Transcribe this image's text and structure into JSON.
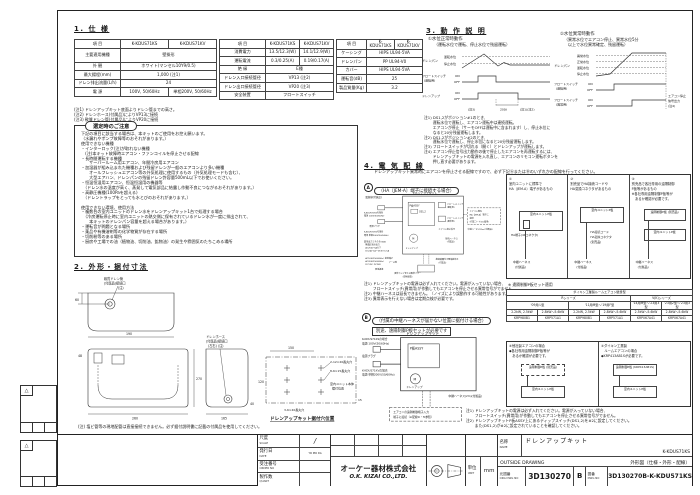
{
  "spec": {
    "heading": "1. 仕 様",
    "t1": [
      [
        "項 目",
        "K-KDUS71KS",
        "K-KDUS71KV"
      ],
      [
        {
          "t": "主要適用機種",
          "h": 14
        },
        {
          "t": "壁掛形",
          "s": 2
        }
      ],
      [
        "外 観",
        {
          "t": "ホワイト(マンセル10Y9/0.5)",
          "s": 2
        }
      ],
      [
        "最大揚程(mm)",
        {
          "t": "1,000 (注1)",
          "s": 2
        }
      ],
      [
        "ドレン排出流量(L/h)",
        {
          "t": "24",
          "s": 2
        }
      ],
      [
        "電 源",
        "100V, 50/60Hz",
        "単相200V, 50/60Hz"
      ]
    ],
    "t2": [
      [
        "項 目",
        "K-KDUS71KS",
        "K-KDUS71KV"
      ],
      [
        "消費電力",
        "13.5/12.3(W)",
        "14.1/12.9(W)"
      ],
      [
        "運転電流",
        "0.3/0.25(A)",
        "0.19/0.17(A)"
      ],
      [
        "絶 縁",
        {
          "t": "E種",
          "s": 2
        }
      ],
      [
        "ドレン入口接続管径",
        {
          "t": "VP13 (注2)",
          "s": 2
        }
      ],
      [
        "ドレン出口接続管径",
        {
          "t": "VP20 (注3)",
          "s": 2
        }
      ],
      [
        "安全装置",
        {
          "t": "フロートスイッチ",
          "s": 2
        }
      ]
    ],
    "t3": [
      [
        "項 目",
        "K-KDUS71KS",
        "K-KDUS71KV"
      ],
      [
        "ケーシング",
        {
          "t": "HIPS UL94-5VA",
          "s": 2
        }
      ],
      [
        "ドレンパン",
        {
          "t": "PP UL94-V0",
          "s": 2
        }
      ],
      [
        "カバー",
        {
          "t": "HIPS UL94-5VA",
          "s": 2
        }
      ],
      [
        "運転音(dB)",
        {
          "t": "25",
          "s": 2
        }
      ],
      [
        "製品質量(Kg)",
        {
          "t": "3.2",
          "s": 2
        }
      ]
    ],
    "notes": [
      "(注1) ドレンアップキット底面よりドレン管までの高さ。",
      "(注2) ドレンホース(付属品)によりVP13に接続",
      "(注3) 軟質ドレン管(付属品)によりVP20に接続"
    ]
  },
  "caution": {
    "title": "選定時のご注意",
    "lines": [
      "下記の項目に該当する場合は、本キットのご使用をお控え願います。",
      "（水漏れやポンプ故障等のおそれがあります。）",
      "使用できない機種",
      "・インターロック(注)が取れない機種",
      "　(注)本キット故障時エアコン・ファンコイルを停止させる配線",
      "・長時間運転する機種",
      "　　サーバールーム用エアコン、年間冷房用エアコン",
      "・加湿器が組み込まれた機種および残留ドレンが一般のエアコンより多い機種",
      "　　オールフレッシュエアコン等の外気処理に使用するもの（外気処理モードも含む）、",
      "　　大型エアハン、ドレンパンの残留ドレン許容量500mL以下でお使いください。",
      "・恒温恒湿用エアコン、恒温恒湿用の機器等",
      "　（ドレン水の温度が高く、蒸発して電気部品に結露し作動不良につながるおそれがあります。）",
      "・高静圧機種(100Paを超える)",
      "　（ドレントラップをとっても水とびのおそれがあります。）",
      "",
      "使用できない環境、使用方法",
      "・複数台の室内ユニットのドレン水をドレンアップキット1台で処理する場合",
      "　（冷房運転停止時に室内ユニットの熱交側に保有されているドレン水が一度に排出されて、",
      "　　本キットのドレンパン容量を超える場合があります。）",
      "・運転音が問題となる場所",
      "・薬品や有機溶剤等の化学物質が存在する場所",
      "・切削粉等のある場所",
      "・厨房や工場での油（植物油、切削油、鉱物油）の発生や雰囲気のたちこめる場所"
    ]
  },
  "dims": {
    "heading": "2. 外形・据付寸法",
    "soft1": "軟質ドレン管",
    "soft2": "(付属品)接続口",
    "soft3": "(注)",
    "hose1": "ドレンホース",
    "hose2": "(付属品)接続口",
    "hose3": "(左右) (注)",
    "d60": "60",
    "d190": "190",
    "d48": "48",
    "d270": "270",
    "d260": "260",
    "d165": "165",
    "d40": "40",
    "d150": "150",
    "d120": "120",
    "d15": "15",
    "hole1": "2-12×20長丸穴",
    "hole2": "8-6×15長丸穴",
    "hole3": "3-6×40長丸穴",
    "unitpos1": "室内ユニット本体",
    "unitpos2": "据付位置",
    "holes_title": "ドレンアップキット据付穴位置",
    "note": "(注) 塩ビ管等の現地配管は直接接続できません。必ず据付説明書に記載の付属品を使用してください。"
  },
  "operation": {
    "heading": "3. 動 作 説 明",
    "c1_title": "①水位正常時動作",
    "c1_sub": "（運転水位で運転、停止水位で残留運転）",
    "c1": {
      "pan": "ドレンパン",
      "lv1": "運転水位",
      "lv2": "停止水位",
      "fs": "フロートスイッチ",
      "fs_k": "(運転用)",
      "on": "ON",
      "off": "OFF",
      "pump": "ドレンアップ",
      "min20": "20分",
      "n3": "(注3)",
      "n12": "(注1)(注2)"
    },
    "c2_title": "②水位異常時動作",
    "c2_sub1": "（異常水位でエアコン停止、異常水位5分",
    "c2_sub2": "　以上で水位異常確定、残留運転）",
    "c2": {
      "pan": "ドレンパン",
      "lv1": "異常水位",
      "lv2": "正常水位",
      "lv3": "運転水位",
      "lv4": "停止水位",
      "fs1": "フロートスイッチ",
      "fs1_k": "(運転用)",
      "fs2": "フロートスイッチ",
      "fs2_k": "(異常用)",
      "on": "ON",
      "off": "OFF",
      "stop1": "エアコン停止",
      "stop2": "信号出力",
      "stop3": "(注4)"
    },
    "notes": [
      "注1) DS1,2がポジション#1のとき、",
      "　　 運転水位で運転し、エアコン運転中は連続運転。",
      "　　 エアコンが停止（サーモOFFは運転中に含まれます）し、停止水位に",
      "　　 なると20分残留運転します。",
      "注2) DS1,2がポジション#2のとき、",
      "　　 運転水位で運転し、停止水位になると20分残留運転します。",
      "注3) フロートスイッチが切れる（開く）とドレンアップが運転します。",
      "注4) エアコン停止信号出力動作の後で停止したエアコンを再運転するには、",
      "　　 ドレンアップキットの電源を入れ直し、エアコンのリモコン運転ボタンを",
      "　　 押し直す必要があります。"
    ]
  },
  "wiring": {
    "heading": "4. 電 気 配 線",
    "intro": "ドレンアップキット異常時にエアコンを停止させる配線ですので、必ず下記ⒶまたはⒷのいずれかの配線を行ってください。",
    "caseA_mark": "A",
    "caseA_label": "（HA〔JEM-A〕端子に接続する場合）",
    "diagA": {
      "kit": "ドレンアップキット",
      "pba": "P板ASSY",
      "ds": "DS1,2",
      "fs1a": "フロートスイッチ",
      "fs1b": "(運転用)",
      "fs2a": "フロートスイッチ",
      "fs2b": "(異常用)",
      "sig": "エアコン停止信号",
      "harn1": "接続ハーネス",
      "harn1b": "(付属品)",
      "pump": "ドレンアップ",
      "pw": "電源線(付属品)",
      "ks": "K-KDUS71KSの場合",
      "ks2": "電源 100V(50/60Hz)",
      "plug": "電源プラグ",
      "kv": "K-KDUS71KVの場合",
      "kv2": "電源 単相200V(50/60Hz)",
      "x1": "異常出力コネクタ(X66)",
      "x2": "無電圧接点出力",
      "x3": "AC250V 5A以下",
      "x4": "DC24V 1A〜DC5V 1mA",
      "ha1": "エアコン側の",
      "ha2": "HA〔JEM-A〕端子に",
      "ha3": "接続",
      "ha4": "(付属コード2m使用)",
      "earth": "接地端子",
      "gnd": "アース線",
      "site": "現地調達",
      "v1": "AC100V(50/60Hz)",
      "v2": "AC200V(50/60Hz)",
      "v3": "DC12V, DC24V",
      "lamp1": "異常ランプまたは異常ブザー",
      "lamp2": "(現地調達)",
      "term1": "絶縁被覆付き閉端接続子",
      "term2": "(付属品)",
      "mid": "中継ハーネス(2m)(付属品)"
    },
    "opts": {
      "o1": [
        "①",
        "室内ユニットに標準で",
        "HA〔JEM-A〕端子があるもの"
      ],
      "o2": [
        "②",
        "別売品でHA接続コードや",
        "HA変換コネクタがあるもの"
      ],
      "o3": [
        "③",
        "別売品で各社専用の遠隔制御",
        "P板等があるもの",
        "※各社専用遠隔制御P板等が",
        "　あるか確認が必要です。"
      ],
      "pcb": "室内ユニットP板",
      "ha_t": "HA端子(4Pコネクタ)",
      "mid1": "中継ハーネス",
      "mid2": "(付属品)",
      "cord1": "HA接続コード",
      "cord2": "HA変換コネクタ",
      "cord3": "(別売品)",
      "rem1": "遠隔制御P板",
      "rem2": "(別売品)"
    },
    "notesA": [
      "注1) ドレンアップキットの電源は必ず入れてください。電源が入っていない場合、",
      "　　 フロートスイッチ(異常用)が作動してもエアコンを停止させる異常信号がでません。",
      "注2) 中継ハーネスは延長できません。（ノイズにより誤動作する可能性があります。）",
      "注3) 異常表示を行えない場合は定期点検が必要です。"
    ],
    "caseB_mark": "B",
    "caseB_label": "（付属の中継ハーネスが届かない位置に据付ける場合）",
    "caseB_req": "別途、遠隔制御P板セットが必要です",
    "board_caption": "※ 遠隔制御P板セット適用",
    "board_table": [
      [
        {
          "t": "ダイキン工業製ルームエアコン壁掛型",
          "s": 6
        }
      ],
      [
        {
          "t": "Rシリーズ",
          "s": 4
        },
        {
          "t": "V(K)シリーズ",
          "s": 2
        }
      ],
      [
        {
          "t": "'09用 L型",
          "s": 2
        },
        {
          "t": "'11用M型〜'19用F型",
          "s": 2
        },
        {
          "t": "'14用M型〜'23用3型"
        },
        {
          "t": "'23用2型〜'23用3型"
        }
      ],
      [
        "2.2kW, 2.5kW",
        "2.8kW〜5.6kW",
        "2.2kW, 2.5kW",
        "2.8kW〜5.6kW",
        "2.5kW〜5.6kW",
        "2.8kW〜5.6kW"
      ],
      [
        "KRP980B1",
        "KRP571A1",
        "KRP980B1",
        "KRP571A1",
        "KRP067A41",
        "KRP067A41"
      ]
    ],
    "diagB": {
      "kit": "ドレンアップキット",
      "pba": "P板ASSY",
      "pump": "ドレンアップ",
      "ks": "K-KDUS71KSの場合",
      "ks2": "電源 100V(50/60Hz)",
      "kv": "K-KDUS71KVの場合",
      "kv2": "電源 単相200V(50/60Hz)",
      "plug": "電源プラグ",
      "mid": "中継ハーネス(2m)(付属品)",
      "con1": "エアコンの遠隔制御端子入力",
      "con2": "端子に接続（※配線④・⑤参照）"
    },
    "p4": [
      "④他社製エアコンの場合",
      "◆各社専用遠隔制御P板等が",
      "　あるか確認が必要です。"
    ],
    "p4_box1": "遠隔制御P板",
    "p4_box1b": "(別売品)",
    "p4_box2": "室内ユニットP板",
    "p5": [
      "⑤ダイキン工業製",
      "　ルームエアコンの場合",
      "◆KRP413AB1Sが必要です。"
    ],
    "p5_box1": "遠隔制御P板",
    "p5_box1b": "(KRP413AB1S)",
    "p5_box2": "室内ユニットP板",
    "notesB": [
      "注1) ドレンアップキットの電源は必ず入れてください。電源が入っていない場合、",
      "　　 フロートスイッチ(異常用)が作動してもエアコンを停止させる異常信号がでません。",
      "注2) ドレンアップキットP板ASSY上にあるディップスイッチ(DS1,2)を#2に設定してください。",
      "　　 また(DS1,2)が#2に設定されていることを確認してください。"
    ]
  },
  "titleblock": {
    "scale_label": "尺度",
    "scale_en": "SCALE",
    "date_label": "発行日",
    "date_en": "DATE",
    "date_value": "YR  MO  DA",
    "order_label": "受注番号",
    "order_en": "ORDER NO",
    "qty_label": "製作数",
    "qty_en": "QUANT",
    "company_ja": "オーケー器材株式会社",
    "company_en": "O.K. KIZAI CO.,LTD.",
    "unit_label": "単位",
    "unit_en": "UNIT",
    "unit_value": "mm",
    "name_label": "名称",
    "name_en": "NAME",
    "name_value": "ドレンアップキット",
    "model": "K-KDUS71KS",
    "drawing_type_en": "OUTSIDE DRAWING",
    "drawing_type_ja": "外形図（仕様・外形・配線）",
    "orig_label": "元図番",
    "orig_en": "ORG DWG NO",
    "orig_no": "3D130270",
    "rev": "B",
    "dwg_label": "図番",
    "dwg_en": "DWG NO",
    "dwg_no": "3D130270B-K-KDU571KS"
  },
  "revision": {
    "mark": "△"
  }
}
